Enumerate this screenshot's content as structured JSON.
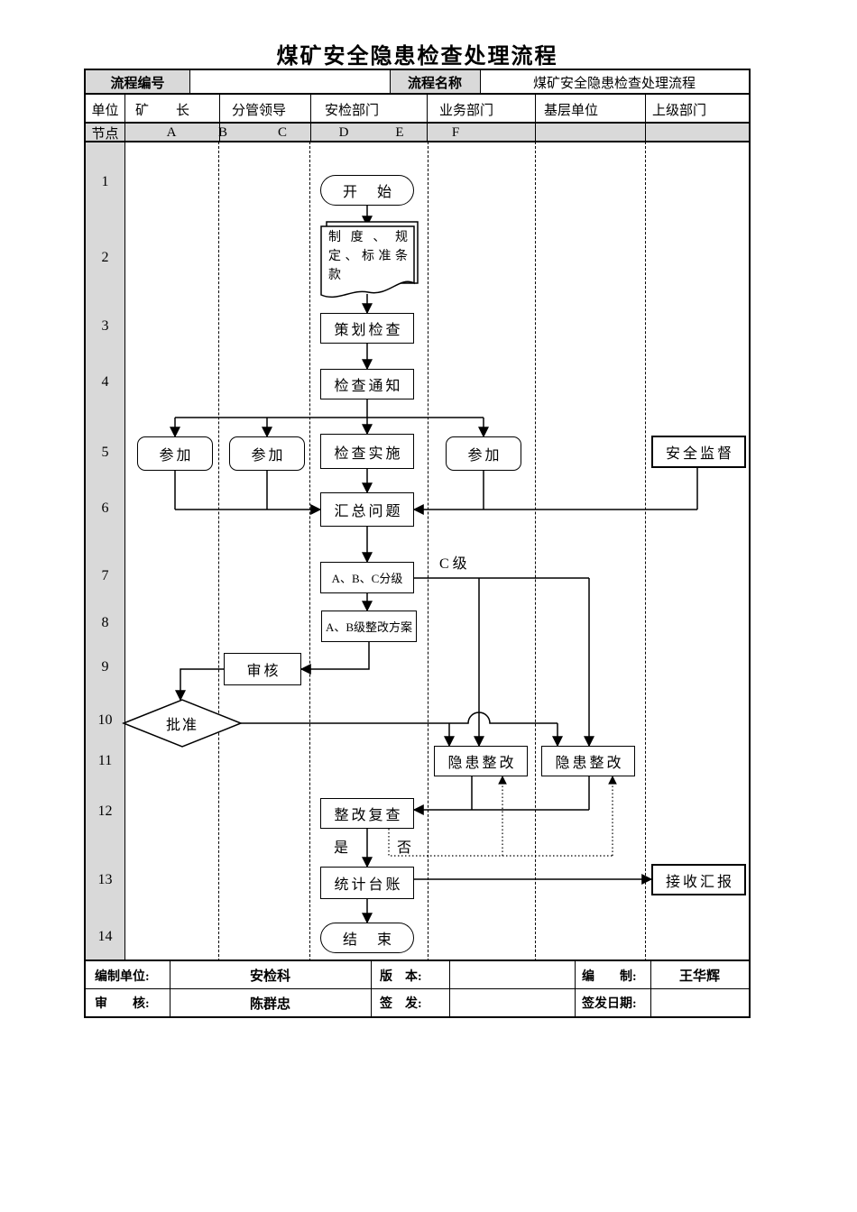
{
  "title": "煤矿安全隐患检查处理流程",
  "header": {
    "process_no_label": "流程编号",
    "process_no_value": "",
    "process_name_label": "流程名称",
    "process_name_value": "煤矿安全隐患检查处理流程",
    "unit_label": "单位",
    "node_label": "节点",
    "columns": [
      "矿　　长",
      "分管领导",
      "安检部门",
      "业务部门",
      "基层单位",
      "上级部门"
    ],
    "node_letters": [
      "A",
      "B",
      "C",
      "D",
      "E",
      "F"
    ]
  },
  "chart": {
    "row_numbers": [
      "1",
      "2",
      "3",
      "4",
      "5",
      "6",
      "7",
      "8",
      "9",
      "10",
      "11",
      "12",
      "13",
      "14"
    ]
  },
  "flow": {
    "nodes": {
      "start": "开　始",
      "source_document": "制度、规定、标准条款",
      "plan_inspection": "策划检查",
      "inspection_notice": "检查通知",
      "participate_mine_director": "参加",
      "participate_leader": "参加",
      "inspection_implement": "检查实施",
      "participate_business": "参加",
      "safety_supervision": "安全监督",
      "summarize_issues": "汇总问题",
      "abc_grading": "A、B、C分级",
      "ab_rect_plan": "A、B级整改方案",
      "review": "审核",
      "approve": "批准",
      "rectify_business": "隐患整改",
      "rectify_grassroots": "隐患整改",
      "recheck": "整改复查",
      "ledger": "统计台账",
      "receive_report": "接收汇报",
      "end": "结　束"
    },
    "labels": {
      "c_level": "C 级",
      "yes": "是",
      "no": "否"
    }
  },
  "footer": {
    "prepared_by_label": "编制单位:",
    "prepared_by_value": "安检科",
    "version_label": "版　本:",
    "version_value": "",
    "compiler_label": "编　　制:",
    "compiler_value": "王华辉",
    "reviewer_label": "审　　核:",
    "reviewer_value": "陈群忠",
    "issue_label": "签　发:",
    "issue_value": "",
    "issue_date_label": "签发日期:",
    "issue_date_value": ""
  },
  "colors": {
    "header_gray": "#d9d9d9",
    "line": "#000000"
  }
}
